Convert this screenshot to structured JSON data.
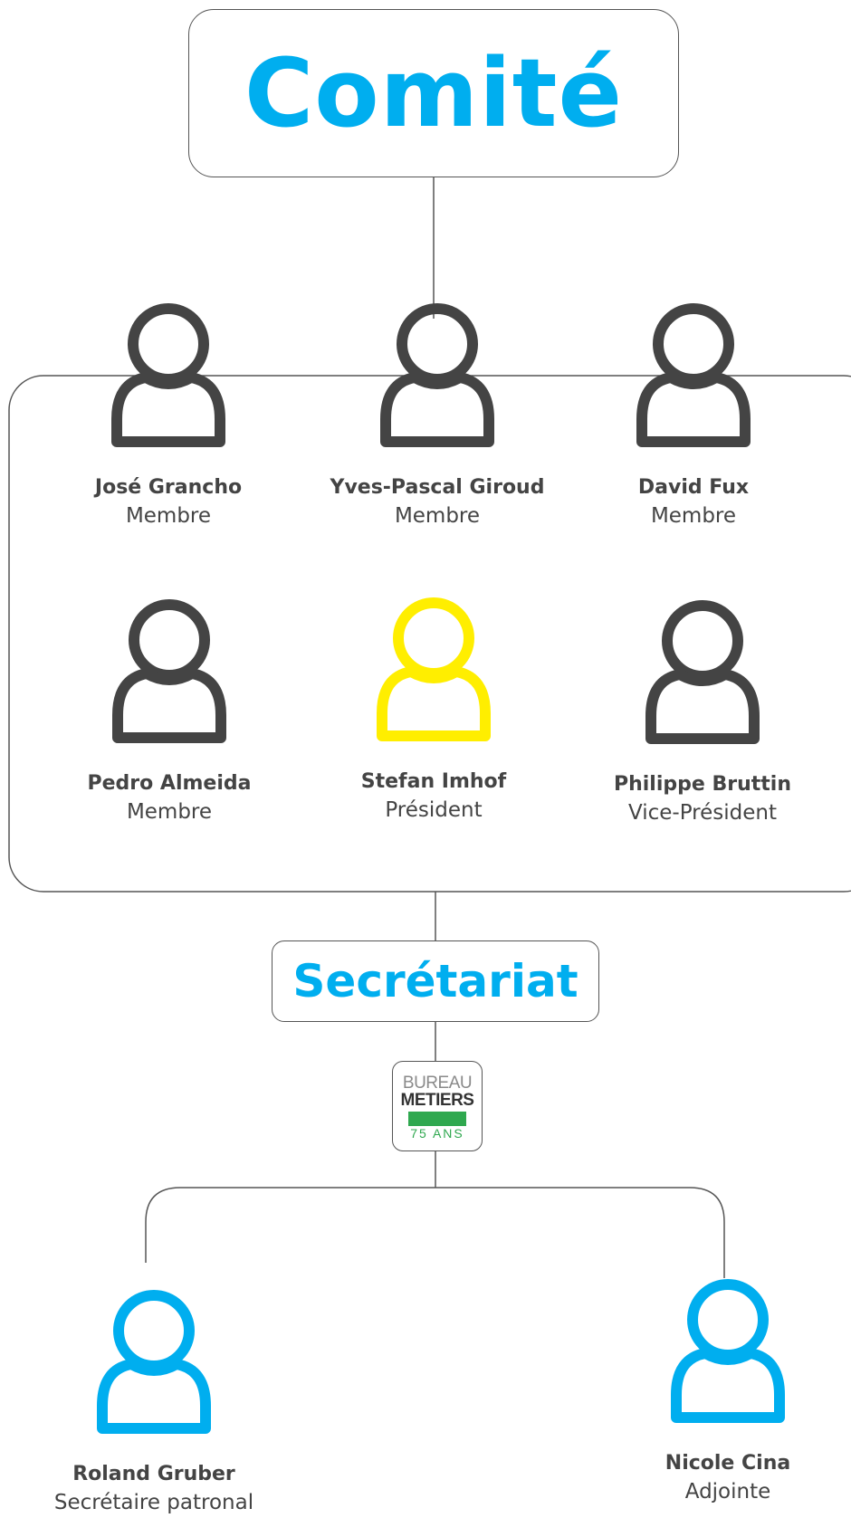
{
  "diagram": {
    "title": "Comité",
    "secretariat_title": "Secrétariat",
    "logo": {
      "line1": "BUREAU",
      "line2": "METIERS",
      "line3": "75 ANS"
    },
    "colors": {
      "accent": "#00aeef",
      "member": "#444444",
      "president": "#ffee00",
      "secretariat": "#00aeef",
      "logo_green": "#2fa84f",
      "line": "#555555"
    },
    "committee": [
      {
        "name": "José Grancho",
        "role": "Membre",
        "icon": "person-icon"
      },
      {
        "name": "Yves-Pascal Giroud",
        "role": "Membre",
        "icon": "person-icon"
      },
      {
        "name": "David Fux",
        "role": "Membre",
        "icon": "person-icon"
      },
      {
        "name": "Pedro Almeida",
        "role": "Membre",
        "icon": "person-icon"
      },
      {
        "name": "Stefan Imhof",
        "role": "Président",
        "icon": "person-icon"
      },
      {
        "name": "Philippe Bruttin",
        "role": "Vice-Président",
        "icon": "person-icon"
      }
    ],
    "secretariat": [
      {
        "name": "Roland Gruber",
        "role": "Secrétaire patronal",
        "icon": "person-icon"
      },
      {
        "name": "Nicole Cina",
        "role": "Adjointe",
        "icon": "person-icon"
      }
    ]
  }
}
